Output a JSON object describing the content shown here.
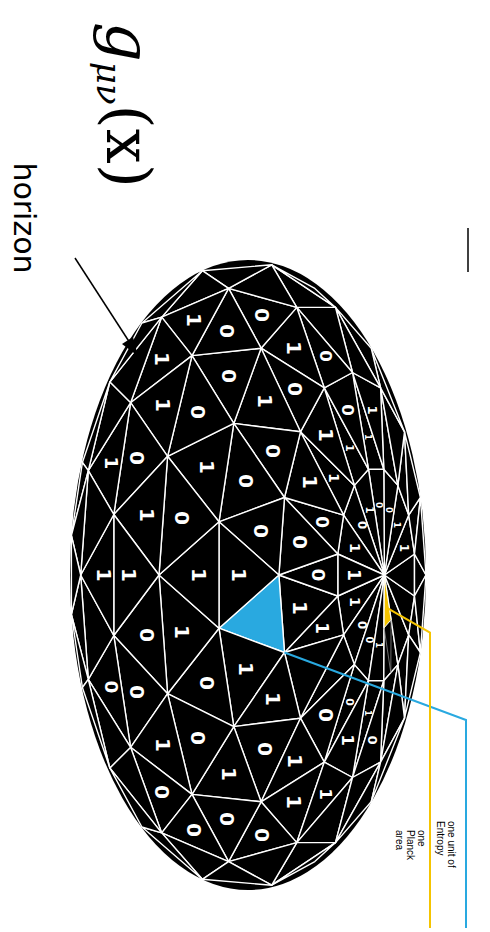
{
  "diagram": {
    "labels": [
      "g",
      "μν",
      "(x)",
      "horizon",
      "one Planck area",
      "one unit of Entropy",
      "1",
      "0",
      "1",
      "1",
      "0",
      "1",
      "0",
      "0",
      "1",
      "0",
      "0",
      "1",
      "1",
      "0",
      "1",
      "0",
      "1",
      "1",
      "0",
      "1",
      "1",
      "0",
      "0",
      "1",
      "1",
      "0",
      "1",
      "0",
      "1",
      "0",
      "0",
      "1",
      "0",
      "1",
      "0",
      "1",
      "1",
      "0",
      "0",
      "1",
      "1",
      "1",
      "0",
      "0",
      "1",
      "0",
      "1",
      "0",
      "1",
      "1",
      "0",
      "0",
      "1",
      "1",
      "0",
      "1",
      "0",
      "1",
      "0",
      "0",
      "1",
      "0",
      "1",
      "0",
      "1",
      "1",
      "0",
      "1",
      "0",
      "1"
    ]
  }
}
